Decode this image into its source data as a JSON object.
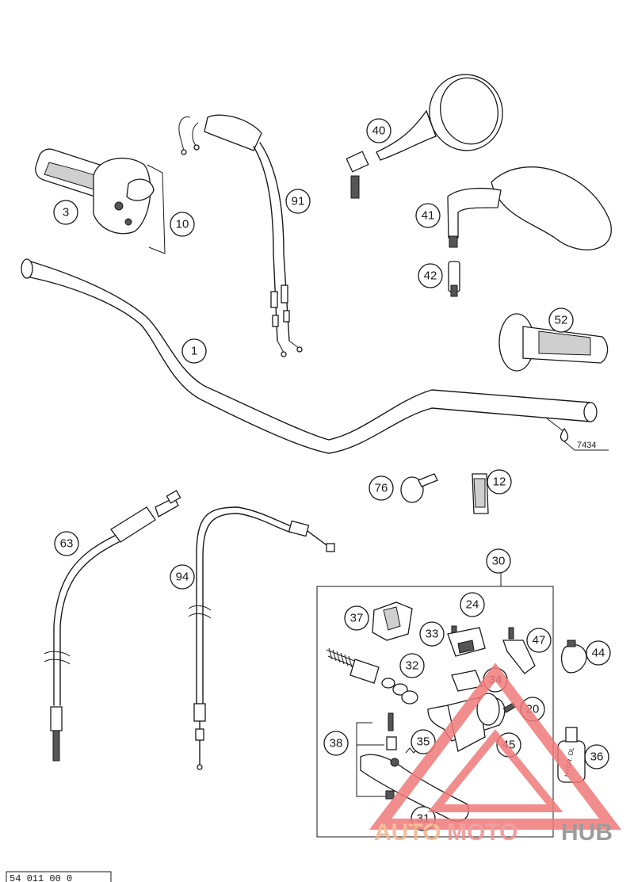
{
  "diagram": {
    "parts": [
      "1",
      "3",
      "10",
      "91",
      "40",
      "41",
      "42",
      "52",
      "7434",
      "76",
      "12",
      "63",
      "94",
      "30",
      "24",
      "37",
      "33",
      "47",
      "44",
      "32",
      "34",
      "20",
      "38",
      "35",
      "45",
      "36",
      "31"
    ],
    "oil_bottle_label": "HYDR. OL",
    "page_code": "54 011 00 0"
  },
  "watermark": {
    "brand_a": "AUTO",
    "brand_b": "MOTO",
    "brand_c": "HUB",
    "colors": {
      "a": "#f2b48a",
      "b": "#ee8f8f",
      "c": "#8d8d8d",
      "triangle": "#f07a7a"
    }
  }
}
